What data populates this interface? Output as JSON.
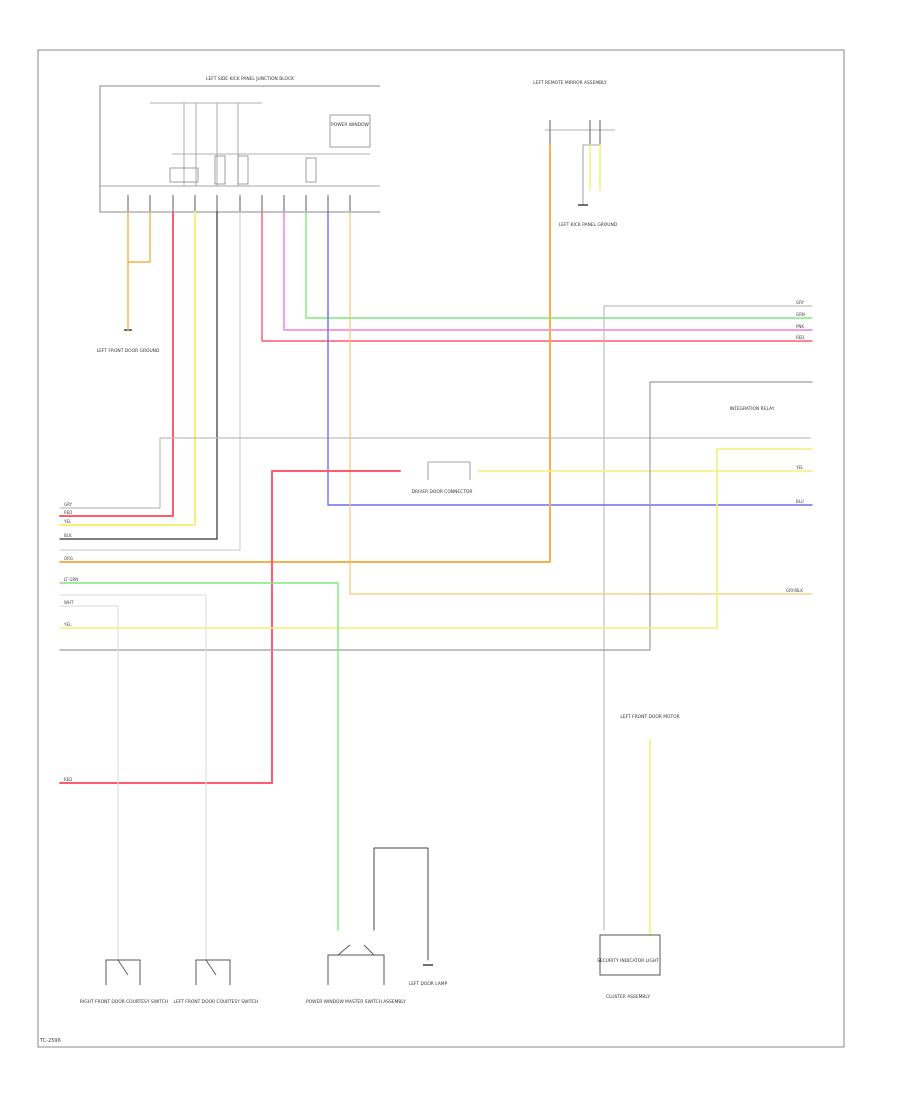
{
  "colors": {
    "red": "#ff5a6e",
    "yellow": "#f4f07a",
    "orange": "#f6b24a",
    "green": "#7dea7d",
    "pink": "#f07cf0",
    "blue": "#6e6ef4",
    "gray": "#9c9c9c",
    "lightgray": "#d2d2d2",
    "black": "#202020",
    "frame": "#8a8a8a"
  },
  "components": {
    "junction_block_title": "LEFT SIDE KICK PANEL JUNCTION BLOCK",
    "junction_relay_label": "POWER WINDOW",
    "left_remote_mirror": "LEFT REMOTE MIRROR ASSEMBLY",
    "left_ground": "LEFT KICK PANEL GROUND",
    "driver_side_ground": "LEFT FRONT DOOR GROUND",
    "connector_center": "DRIVER DOOR CONNECTOR",
    "right_front_door_switch": "RIGHT FRONT DOOR COURTESY SWITCH",
    "left_front_door_switch": "LEFT FRONT DOOR COURTESY SWITCH",
    "power_window_switch": "POWER WINDOW MASTER SWITCH ASSEMBLY",
    "left_front_door_motor": "LEFT FRONT DOOR MOTOR",
    "left_door_lamp": "LEFT DOOR LAMP",
    "security_indicator": "SECURITY INDICATOR LIGHT",
    "cluster_label": "CLUSTER ASSEMBLY",
    "right_connector": "INTEGRATION RELAY",
    "page_code": "TC-2596"
  },
  "wire_labels": {
    "gry": "GRY",
    "red": "RED",
    "yel": "YEL",
    "blk": "BLK",
    "grn": "GRN",
    "pnk": "PNK",
    "blu": "BLU",
    "org": "ORG",
    "ltgrn": "LT GRN",
    "wht": "WHT",
    "gryblk": "GRY/BLK"
  }
}
